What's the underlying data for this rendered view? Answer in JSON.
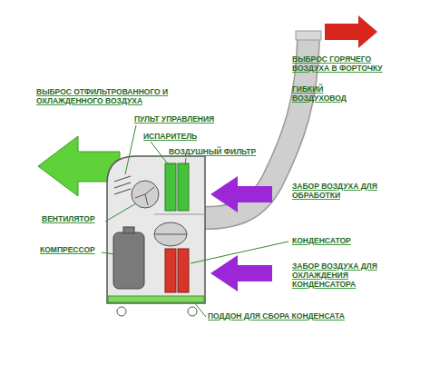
{
  "diagram": {
    "labels": [
      "ВЫБРОС ГОРЯЧЕГО ВОЗДУХА В ФОРТОЧКУ",
      "ВЫБРОС ОТФИЛЬТРОВАННОГО И ОХЛАЖДЕННОГО ВОЗДУХА",
      "ПУЛЬТ УПРАВЛЕНИЯ",
      "ИСПАРИТЕЛЬ",
      "ГИБКИЙ ВОЗДУХОВОД",
      "ВОЗДУШНЫЙ ФИЛЬТР",
      "ЗАБОР ВОЗДУХА ДЛЯ ОБРАБОТКИ",
      "ВЕНТИЛЯТОР",
      "КОНДЕНСАТОР",
      "КОМПРЕССОР",
      "ЗАБОР ВОЗДУХА ДЛЯ ОХЛАЖДЕНИЯ КОНДЕНСАТОРА",
      "ПОДДОН ДЛЯ СБОРА КОНДЕНСАТА"
    ]
  }
}
